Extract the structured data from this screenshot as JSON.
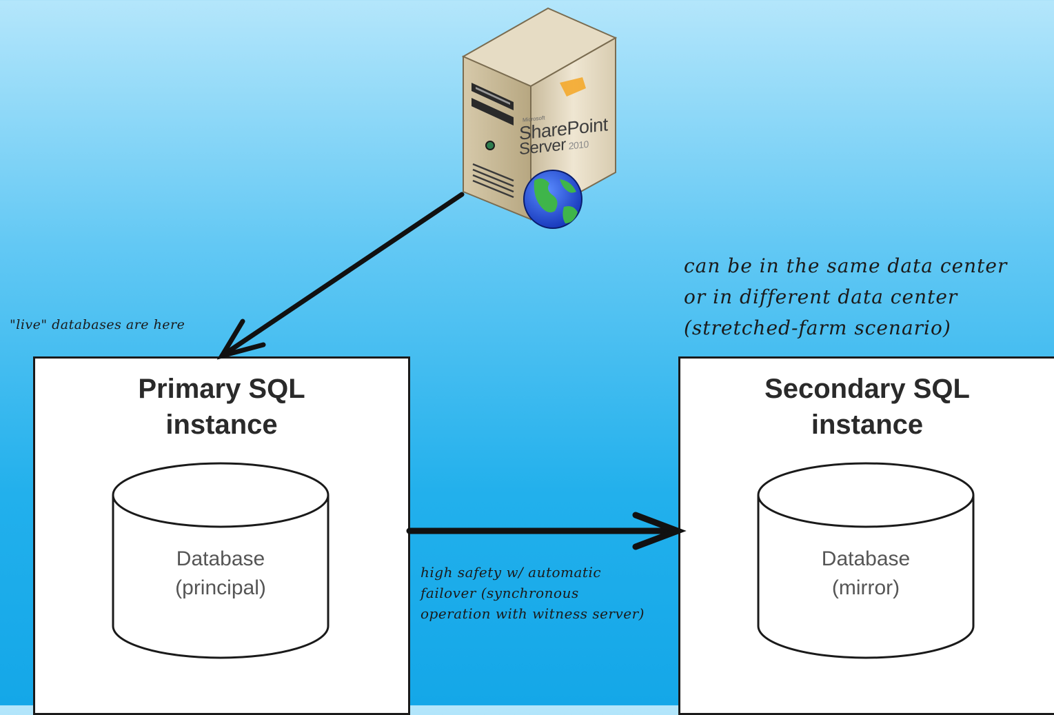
{
  "notes": {
    "live": "\"live\" databases are here",
    "datacenter": [
      "can be in the same data center",
      "or in different data center",
      "(stretched-farm scenario)"
    ],
    "mode": [
      "high safety w/ automatic",
      "failover (synchronous",
      "operation with witness server)"
    ]
  },
  "server": {
    "brand_small": "Microsoft",
    "brand_line1": "SharePoint",
    "brand_line2": "Server",
    "brand_version": "2010",
    "icon": "server-icon",
    "globe_icon": "globe-icon"
  },
  "primary": {
    "title_line1": "Primary SQL",
    "title_line2": "instance",
    "db_line1": "Database",
    "db_line2": "(principal)"
  },
  "secondary": {
    "title_line1": "Secondary SQL",
    "title_line2": "instance",
    "db_line1": "Database",
    "db_line2": "(mirror)"
  },
  "colors": {
    "background_top": "#b4e6fb",
    "background_bottom": "#14a7e8",
    "box_fill": "#ffffff",
    "stroke": "#1a1a1a"
  }
}
